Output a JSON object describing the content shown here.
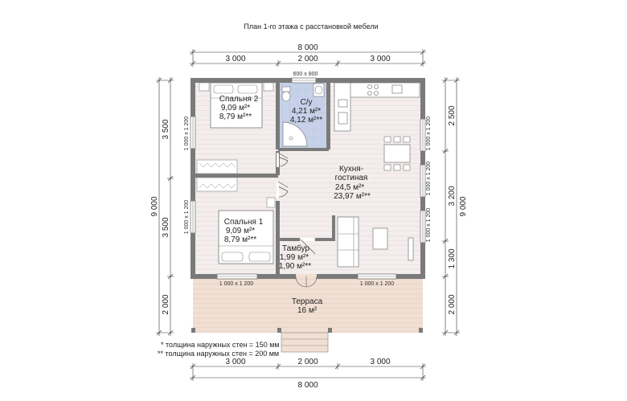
{
  "title": "План 1-го этажа с расстановкой мебели",
  "dimensions": {
    "top_total": "8 000",
    "top_parts": [
      "3 000",
      "2 000",
      "3 000"
    ],
    "bottom_total": "8 000",
    "bottom_parts": [
      "3 000",
      "2 000",
      "3 000"
    ],
    "left_total": "9 000",
    "left_parts": [
      "3 500",
      "3 500",
      "2 000"
    ],
    "right_total": "9 000",
    "right_parts": [
      "2 500",
      "3 200",
      "1 300",
      "2 000"
    ]
  },
  "rooms": {
    "bedroom2": {
      "name": "Спальня 2",
      "area1": "9,09 м²*",
      "area2": "8,79 м²**"
    },
    "wc": {
      "name": "С/у",
      "area1": "4,21 м²*",
      "area2": "4,12 м²**"
    },
    "kitchen": {
      "name1": "Кухня-",
      "name2": "гостиная",
      "area1": "24,5 м²*",
      "area2": "23,97 м²**"
    },
    "bedroom1": {
      "name": "Спальня 1",
      "area1": "9,09 м²*",
      "area2": "8,79 м²**"
    },
    "vestibule": {
      "name": "Тамбур",
      "area1": "1,99 м²*",
      "area2": "1,90 м²**"
    },
    "terrace": {
      "name": "Терраса",
      "area": "16 м²"
    }
  },
  "windows": {
    "top_wc": "600 x 800",
    "left_top": "1 000 x 1 200",
    "left_bottom": "1 000 x 1 200",
    "bottom_left": "1 000 x 1 200",
    "bottom_right": "1 000 x 1 200",
    "right_1": "1 000 x 1 200",
    "right_2": "1 000 x 1 200",
    "right_3": "1 000 x 1 200"
  },
  "notes": {
    "note1": "* толщина наружных стен = 150 мм",
    "note2": "** толщина наружных стен = 200 мм"
  },
  "colors": {
    "wall": "#7a7a7a",
    "floor_wood": "#f3ecec",
    "tile": "#c9d3ea",
    "terrace": "#f1ddd1",
    "dim_line": "#333333"
  }
}
